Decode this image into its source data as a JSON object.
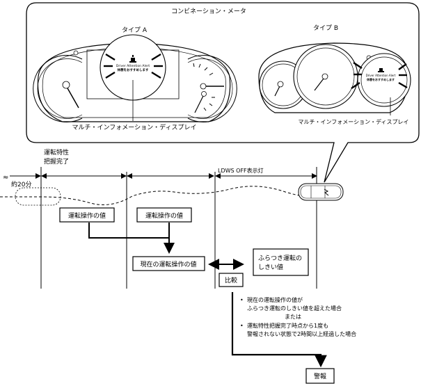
{
  "callout": {
    "title": "コンビネーション・メータ",
    "type_a": {
      "label": "タイプ A",
      "display_label": "マルチ・インフォメーション・ディスプレイ",
      "screen_line1": "Driver Attention Alert",
      "screen_line2": "休憩をおすすめします"
    },
    "type_b": {
      "label": "タイプ B",
      "display_label": "マルチ・インフォメーション・ディスプレイ",
      "screen_line1": "Driver Attention Alert",
      "screen_line2": "休憩をおすすめします"
    }
  },
  "timeline": {
    "start_label_line1": "運転特性",
    "start_label_line2": "把握完了",
    "approx_label": "約20分",
    "ldws_label": "LDWS OFF表示灯"
  },
  "flow": {
    "value_box_1": "運転操作の値",
    "value_box_2": "運転操作の値",
    "current_value_box": "現在の運転操作の値",
    "threshold_box_line1": "ふらつき運転の",
    "threshold_box_line2": "しきい値",
    "compare_box": "比較",
    "conditions": {
      "bullet_1_line1": "現在の運転操作の値が",
      "bullet_1_line2": "ふらつき運転のしきい値を超えた場合",
      "or_label": "または",
      "bullet_2_line1": "運転特性把握完了時点から1度も",
      "bullet_2_line2": "警報されない状態で2時間以上経過した場合"
    },
    "alarm_box": "警報"
  }
}
